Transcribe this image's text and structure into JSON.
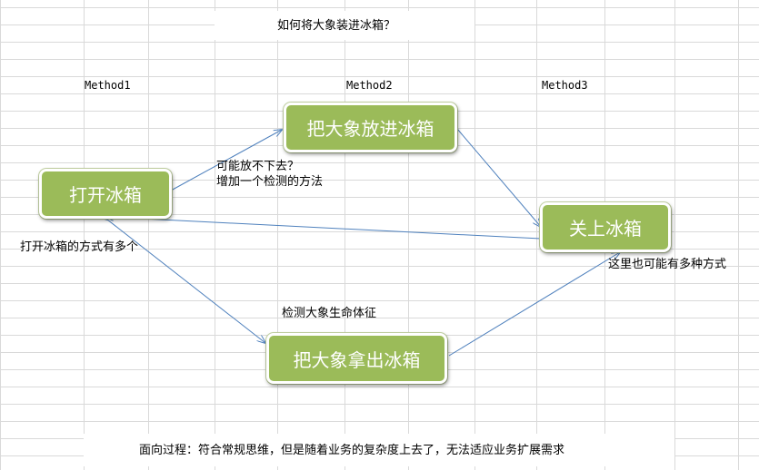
{
  "title": "如何将大象装进冰箱？",
  "methods": [
    "Method1",
    "Method2",
    "Method3"
  ],
  "nodes": {
    "open_fridge": "打开冰箱",
    "put_in": "把大象放进冰箱",
    "close_fridge": "关上冰箱",
    "take_out": "把大象拿出冰箱"
  },
  "notes": {
    "may_not_fit_1": "可能放不下去？",
    "may_not_fit_2": "增加一个检测的方法",
    "open_ways": "打开冰箱的方式有多个",
    "detect_vitals": "检测大象生命体征",
    "many_ways_here": "这里也可能有多种方式"
  },
  "footer": "面向过程：符合常规思维，但是随着业务的复杂度上去了，无法适应业务扩展需求",
  "colors": {
    "node_fill": "#9bbb59",
    "node_text": "#ffffff",
    "arrow": "#4f81bd",
    "grid": "#d9d9d9"
  }
}
